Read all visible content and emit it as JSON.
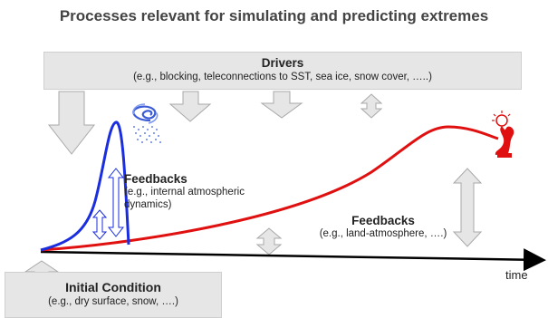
{
  "title": "Processes relevant for simulating and predicting extremes",
  "drivers": {
    "title": "Drivers",
    "subtitle": "(e.g., blocking, teleconnections to SST, sea ice, snow cover, …..)"
  },
  "feedbacks_atmos": {
    "title": "Feedbacks",
    "subtitle_line1": "(e.g., internal atmospheric",
    "subtitle_line2": "dynamics)"
  },
  "feedbacks_land": {
    "title": "Feedbacks",
    "subtitle": "(e.g., land-atmosphere, ….)"
  },
  "initial_condition": {
    "title": "Initial Condition",
    "subtitle": "(e.g., dry surface, snow, ….)"
  },
  "axis_label": "time",
  "colors": {
    "fast_curve": "#1a2ee0",
    "slow_curve": "#e01010",
    "arrow_fill": "#e6e6e6",
    "arrow_stroke": "#a8a8a8",
    "storm_icon": "#3b5bd6",
    "fire_icon": "#e01010"
  },
  "icons": [
    "storm-icon",
    "fire-icon"
  ]
}
